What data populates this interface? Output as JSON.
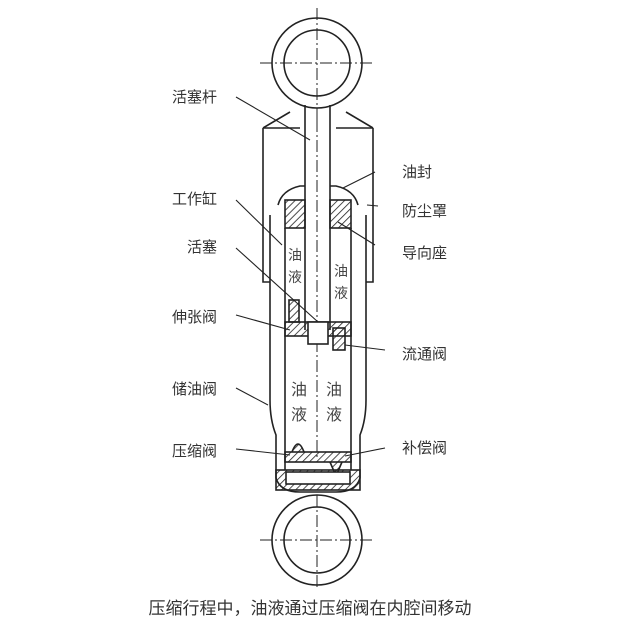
{
  "labels": {
    "piston_rod": "活塞杆",
    "oil_seal": "油封",
    "working_cylinder": "工作缸",
    "dust_cover": "防尘罩",
    "piston": "活塞",
    "guide_seat": "导向座",
    "rebound_valve": "伸张阀",
    "flow_valve": "流通阀",
    "reservoir": "储油阀",
    "compression_valve": "压缩阀",
    "compensation_valve": "补偿阀"
  },
  "oil_text": "油液",
  "caption": "压缩行程中，油液通过压缩阀在内腔间移动"
}
